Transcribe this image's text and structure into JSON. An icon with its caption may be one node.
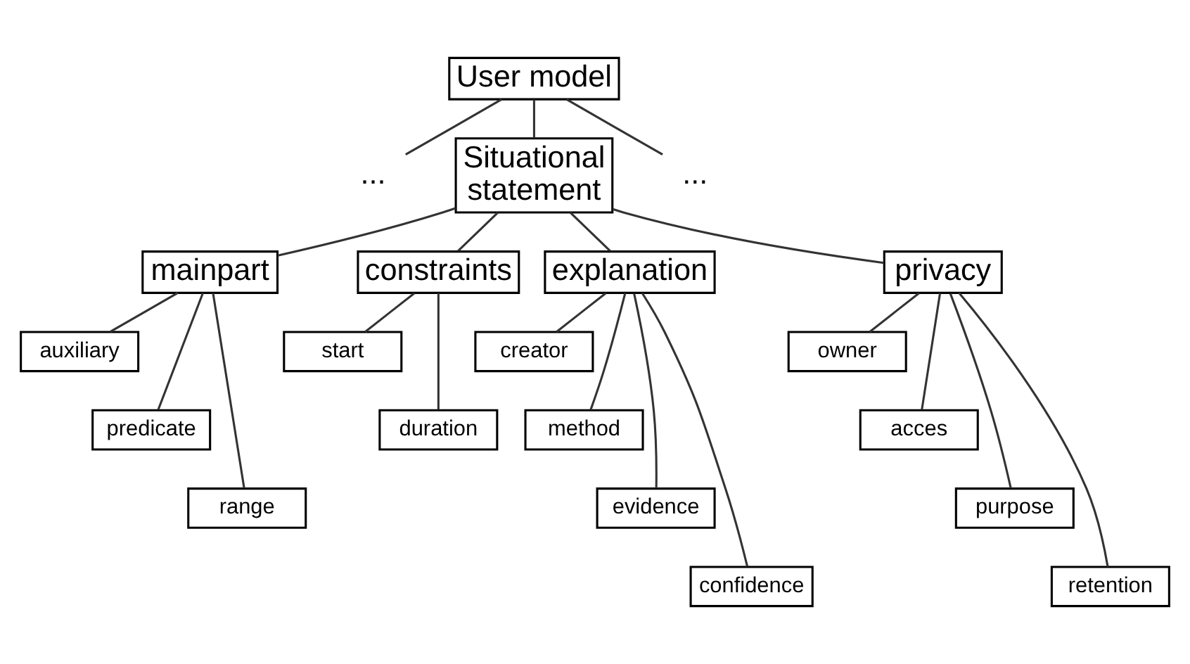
{
  "diagram": {
    "nodes": [
      {
        "text": [
          "User model"
        ]
      },
      {
        "text": [
          "..."
        ]
      },
      {
        "text": [
          "Situational statement"
        ]
      },
      {
        "text": [
          "..."
        ]
      },
      {
        "text": [
          "mainpart"
        ]
      },
      {
        "text": [
          "constraints"
        ]
      },
      {
        "text": [
          "explanation"
        ]
      },
      {
        "text": [
          "privacy"
        ]
      },
      {
        "text": [
          "auxiliary"
        ]
      },
      {
        "text": [
          "predicate"
        ]
      },
      {
        "text": [
          "range"
        ]
      },
      {
        "text": [
          "start"
        ]
      },
      {
        "text": [
          "duration"
        ]
      },
      {
        "text": [
          "creator"
        ]
      },
      {
        "text": [
          "method"
        ]
      },
      {
        "text": [
          "evidence"
        ]
      },
      {
        "text": [
          "confidence"
        ]
      },
      {
        "text": [
          "owner"
        ]
      },
      {
        "text": [
          "acces"
        ]
      },
      {
        "text": [
          "purpose"
        ]
      },
      {
        "text": [
          "retention"
        ]
      }
    ],
    "edges": [
      {
        "from": 0,
        "to": 1,
        "arrow": "none"
      },
      {
        "from": 0,
        "to": 2,
        "arrow": "none"
      },
      {
        "from": 0,
        "to": 3,
        "arrow": "none"
      },
      {
        "from": 2,
        "to": 4,
        "arrow": "none"
      },
      {
        "from": 2,
        "to": 5,
        "arrow": "none"
      },
      {
        "from": 2,
        "to": 6,
        "arrow": "none"
      },
      {
        "from": 2,
        "to": 7,
        "arrow": "none"
      },
      {
        "from": 4,
        "to": 8,
        "arrow": "none"
      },
      {
        "from": 4,
        "to": 9,
        "arrow": "none"
      },
      {
        "from": 4,
        "to": 10,
        "arrow": "none"
      },
      {
        "from": 5,
        "to": 11,
        "arrow": "none"
      },
      {
        "from": 5,
        "to": 12,
        "arrow": "none"
      },
      {
        "from": 6,
        "to": 13,
        "arrow": "none"
      },
      {
        "from": 6,
        "to": 14,
        "arrow": "none"
      },
      {
        "from": 6,
        "to": 15,
        "arrow": "none"
      },
      {
        "from": 6,
        "to": 16,
        "arrow": "none"
      },
      {
        "from": 7,
        "to": 17,
        "arrow": "none"
      },
      {
        "from": 7,
        "to": 18,
        "arrow": "none"
      },
      {
        "from": 7,
        "to": 19,
        "arrow": "none"
      },
      {
        "from": 7,
        "to": 20,
        "arrow": "none"
      }
    ]
  }
}
